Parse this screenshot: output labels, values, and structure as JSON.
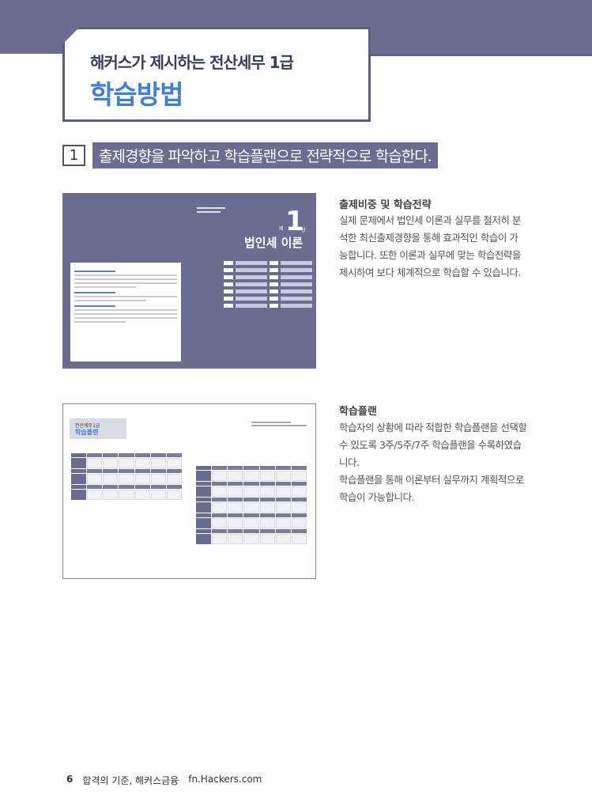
{
  "header": {
    "subtitle": "해커스가 제시하는 전산세무 1급",
    "title": "학습방법"
  },
  "section": {
    "number": "1",
    "heading": "출제경향을 파악하고 학습플랜으로 전략적으로 학습한다."
  },
  "thumb1": {
    "chapter_prefix": "제",
    "chapter_num": "1",
    "chapter_suffix": "장",
    "chapter_title": "법인세 이론"
  },
  "feature1": {
    "title": "출제비중 및 학습전략",
    "body": "실제 문제에서 법인세 이론과 실무를 철저히 분석한 최신출제경향을 통해 효과적인 학습이 가능합니다. 또한 이론과 실무에 맞는 학습전략을 제시하여 보다 체계적으로 학습할 수 있습니다."
  },
  "thumb2": {
    "label_small": "전산세무1급",
    "label_big": "학습플랜"
  },
  "feature2": {
    "title": "학습플랜",
    "body1": "학습자의 상황에 따라 적합한 학습플랜을 선택할 수 있도록 3주/5주/7주 학습플랜을 수록하였습니다.",
    "body2": "학습플랜을 통해 이론부터 실무까지 계획적으로 학습이 가능합니다."
  },
  "footer": {
    "page": "6",
    "slogan": "합격의 기준, 해커스금융",
    "url": "fn.Hackers.com"
  },
  "colors": {
    "band": "#6b6c8f",
    "accent": "#3e7fe0"
  }
}
